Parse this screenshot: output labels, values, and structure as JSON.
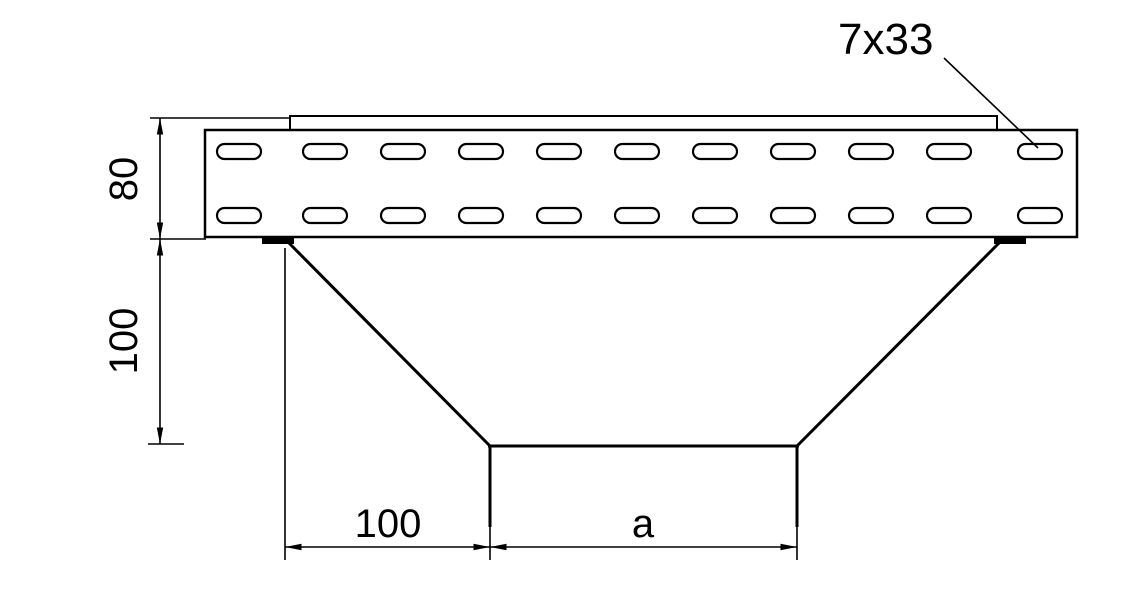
{
  "colors": {
    "background": "#ffffff",
    "line": "#000000"
  },
  "dimensions": {
    "rail_height": "80",
    "funnel_height": "100",
    "bottom_offset_width": "100",
    "bottom_opening_width": "a"
  },
  "annotations": {
    "slot_spec": "7x33"
  }
}
